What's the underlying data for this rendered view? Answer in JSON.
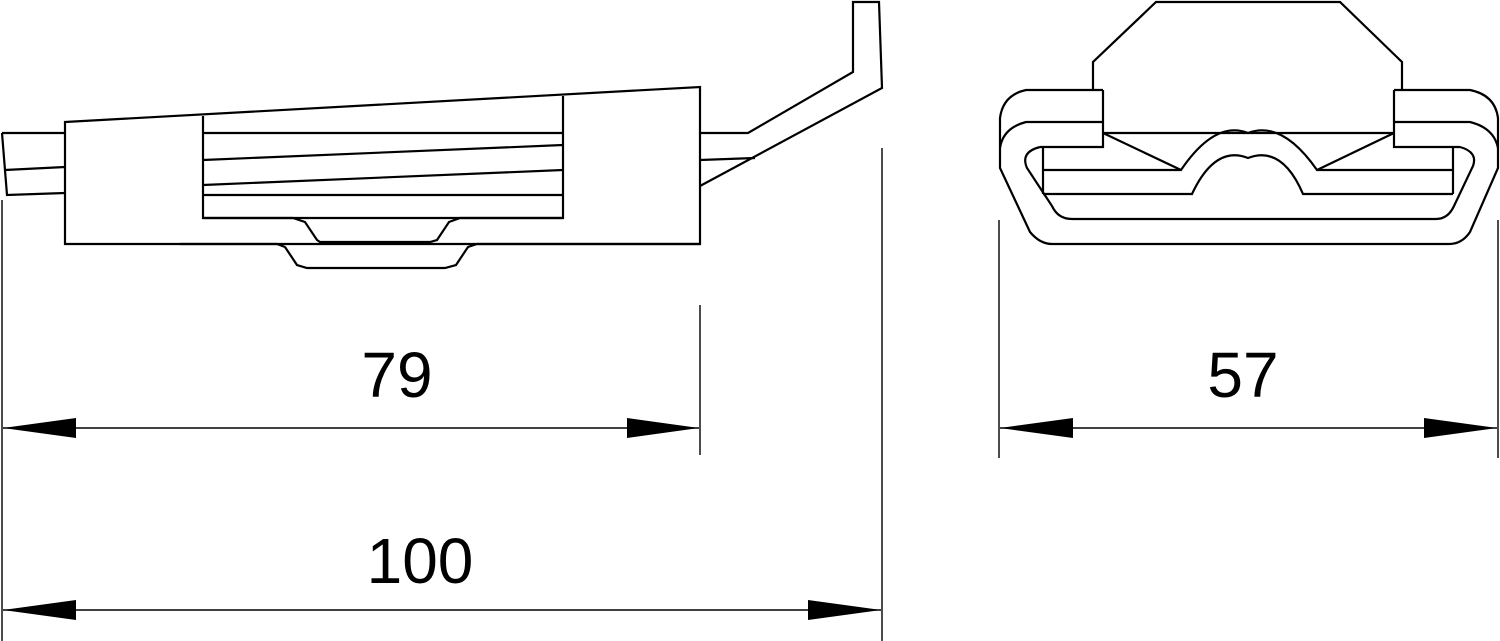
{
  "drawing": {
    "type": "technical dimension drawing",
    "views": [
      {
        "name": "side-view",
        "description": "Side elevation of clamp/connector"
      },
      {
        "name": "front-view",
        "description": "Front elevation of clamp/connector"
      }
    ],
    "dimensions": {
      "inner_length": {
        "label": "79"
      },
      "overall_length": {
        "label": "100"
      },
      "width": {
        "label": "57"
      }
    },
    "colors": {
      "line": "#000000",
      "background": "#ffffff"
    }
  }
}
